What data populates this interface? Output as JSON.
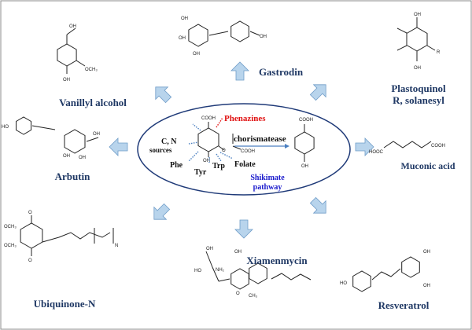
{
  "center": {
    "sources": [
      "C, N",
      "sources"
    ],
    "phenazines": "Phenazines",
    "enzyme": "chorismatease",
    "products": {
      "phe": "Phe",
      "tyr": "Tyr",
      "trp": "Trp",
      "folate": "Folate"
    },
    "pathway": [
      "Shikimate",
      "pathway"
    ],
    "atoms": {
      "cooh": "COOH",
      "oh": "OH",
      "o": "O"
    }
  },
  "products": [
    {
      "name": "vanillyl-alcohol",
      "label": [
        "Vanillyl alcohol"
      ]
    },
    {
      "name": "gastrodin",
      "label": [
        "Gastrodin"
      ]
    },
    {
      "name": "plastoquinol",
      "label": [
        "Plastoquinol",
        "R, solanesyl"
      ]
    },
    {
      "name": "arbutin",
      "label": [
        "Arbutin"
      ]
    },
    {
      "name": "muconic-acid",
      "label": [
        "Muconic acid"
      ]
    },
    {
      "name": "ubiquinone",
      "label": [
        "Ubiquinone-N"
      ]
    },
    {
      "name": "xiamenmycin",
      "label": [
        "Xiamenmycin"
      ]
    },
    {
      "name": "resveratrol",
      "label": [
        "Resveratrol"
      ]
    }
  ],
  "atoms": {
    "oh": "OH",
    "ho": "HO",
    "och3": "OCH₃",
    "r": "R",
    "o": "O",
    "cooh": "COOH",
    "hooc": "HOOC",
    "n": "N",
    "nh2": "NH₂",
    "ch3": "CH₃"
  },
  "colors": {
    "arrow": "#b8d4ec",
    "arrow_edge": "#6f9cc8",
    "ellipse": "#1f3a78",
    "phenazines": "#e01010",
    "pathway": "#1a1acc",
    "label": "#1f3864"
  }
}
